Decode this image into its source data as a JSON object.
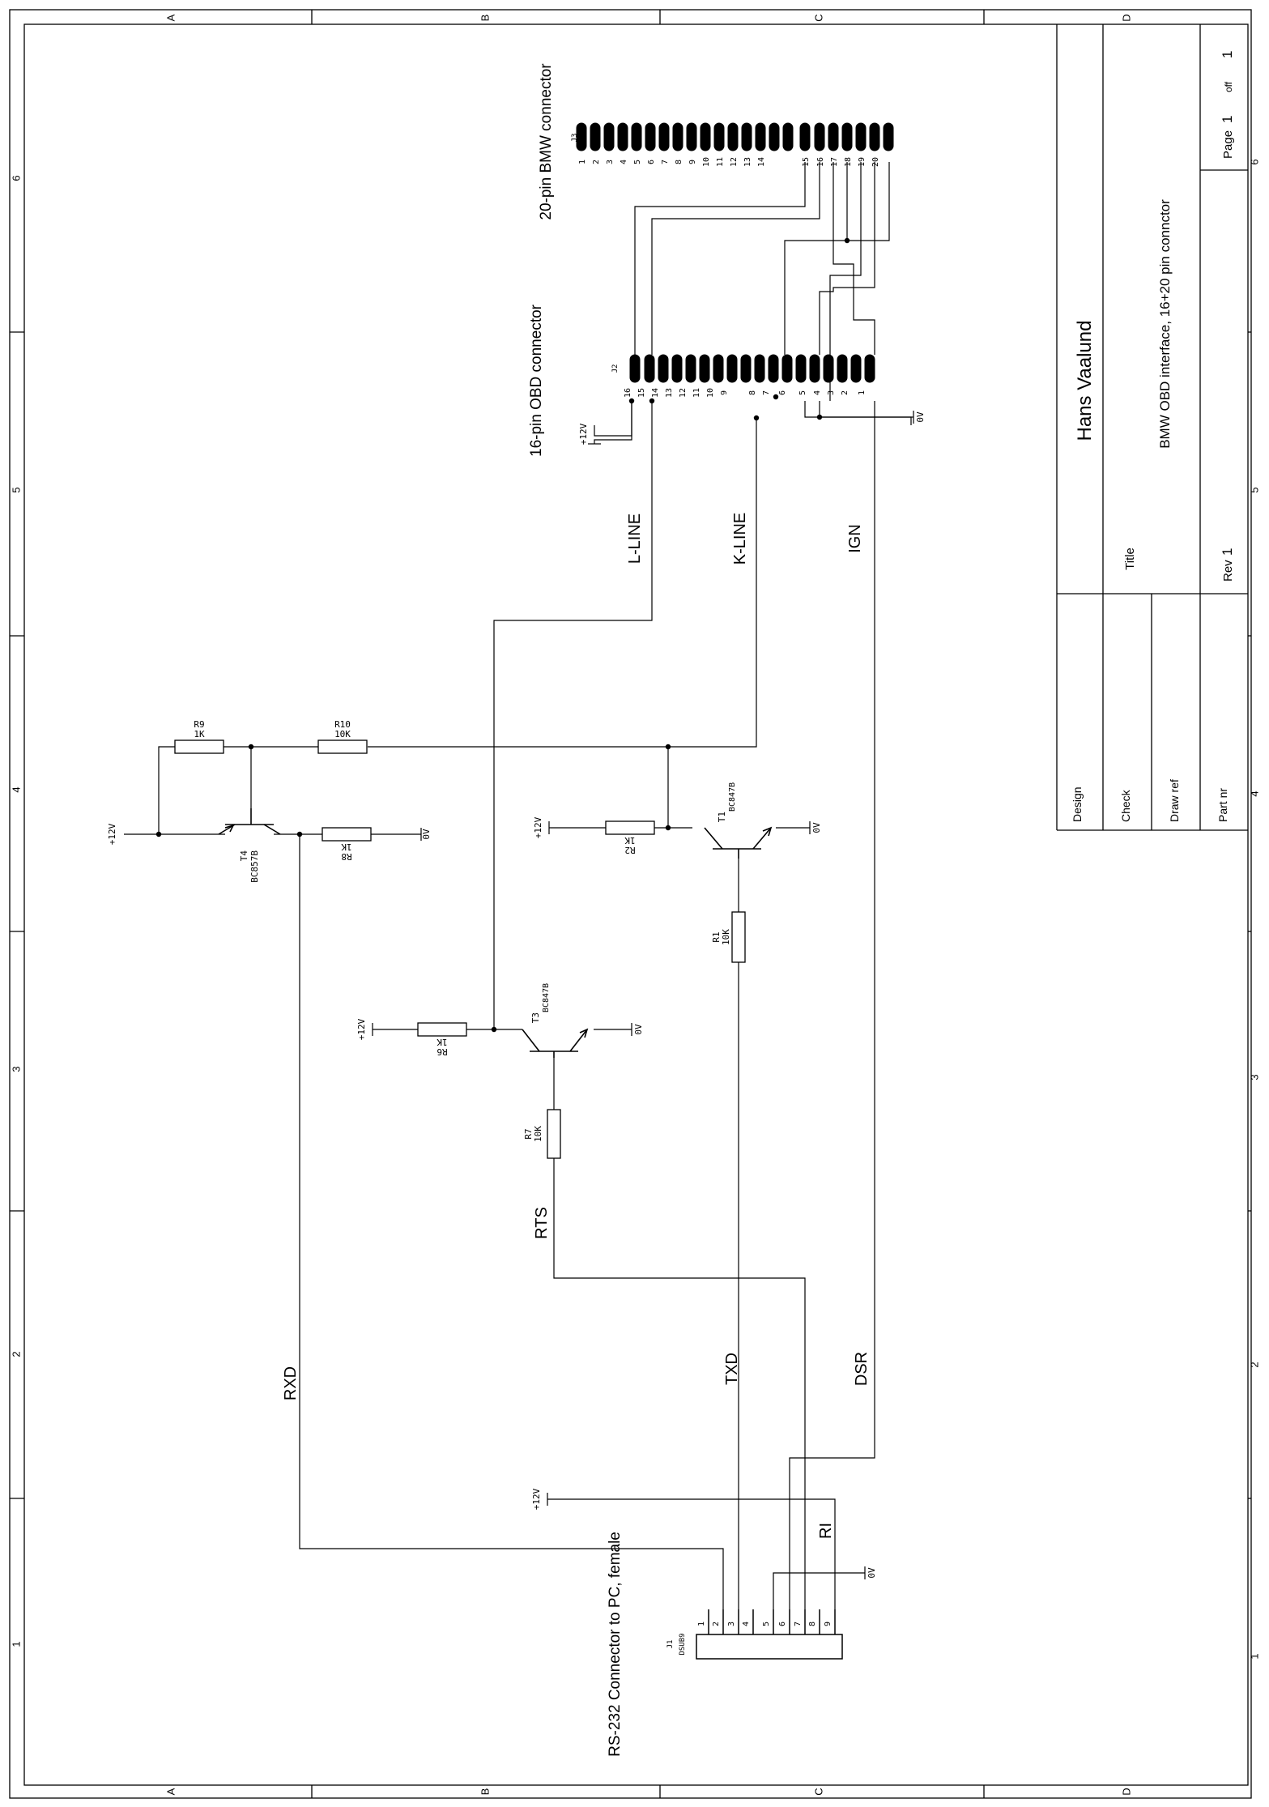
{
  "title_block": {
    "author": "Hans Vaalund",
    "title_label": "Title",
    "title": "BMW OBD interface, 16+20 pin connctor",
    "design_label": "Design",
    "check_label": "Check",
    "drawref_label": "Draw ref",
    "partnr_label": "Part nr",
    "rev_label": "Rev",
    "rev": "1",
    "page_label": "Page",
    "page": "1",
    "off_label": "off",
    "pages": "1"
  },
  "frame": {
    "columns": [
      "A",
      "B",
      "C",
      "D"
    ],
    "rows": [
      "1",
      "2",
      "3",
      "4",
      "5",
      "6"
    ]
  },
  "connectors": {
    "j3": {
      "ref": "J3",
      "title": "20-pin BMW connector",
      "pins": [
        "1",
        "2",
        "3",
        "4",
        "5",
        "6",
        "7",
        "8",
        "9",
        "10",
        "11",
        "12",
        "13",
        "14",
        "15",
        "16",
        "17",
        "18",
        "19",
        "20"
      ]
    },
    "j2": {
      "ref": "J2",
      "title": "16-pin OBD connector",
      "pins": [
        "16",
        "15",
        "14",
        "13",
        "12",
        "11",
        "10",
        "9",
        "8",
        "7",
        "6",
        "5",
        "4",
        "3",
        "2",
        "1"
      ]
    },
    "j1": {
      "ref": "J1",
      "part": "DSUB9",
      "title": "RS-232 Connector to PC, female",
      "pins": [
        "1",
        "2",
        "3",
        "4",
        "5",
        "6",
        "7",
        "8",
        "9"
      ]
    }
  },
  "resistors": {
    "r9": {
      "ref": "R9",
      "value": "1K"
    },
    "r10": {
      "ref": "R10",
      "value": "10K"
    },
    "r8": {
      "ref": "R8",
      "value": "1K"
    },
    "r2": {
      "ref": "R2",
      "value": "1K"
    },
    "r1": {
      "ref": "R1",
      "value": "10K"
    },
    "r6": {
      "ref": "R6",
      "value": "1K"
    },
    "r7": {
      "ref": "R7",
      "value": "10K"
    }
  },
  "transistors": {
    "t4": {
      "ref": "T4",
      "part": "BC857B"
    },
    "t1": {
      "ref": "T1",
      "part": "BC847B"
    },
    "t3": {
      "ref": "T3",
      "part": "BC847B"
    }
  },
  "nets": {
    "l_line": "L-LINE",
    "k_line": "K-LINE",
    "ign": "IGN",
    "rts": "RTS",
    "rxd": "RXD",
    "txd": "TXD",
    "dsr": "DSR",
    "ri": "RI"
  },
  "power": {
    "plus12": "+12V",
    "gnd": "0V"
  }
}
